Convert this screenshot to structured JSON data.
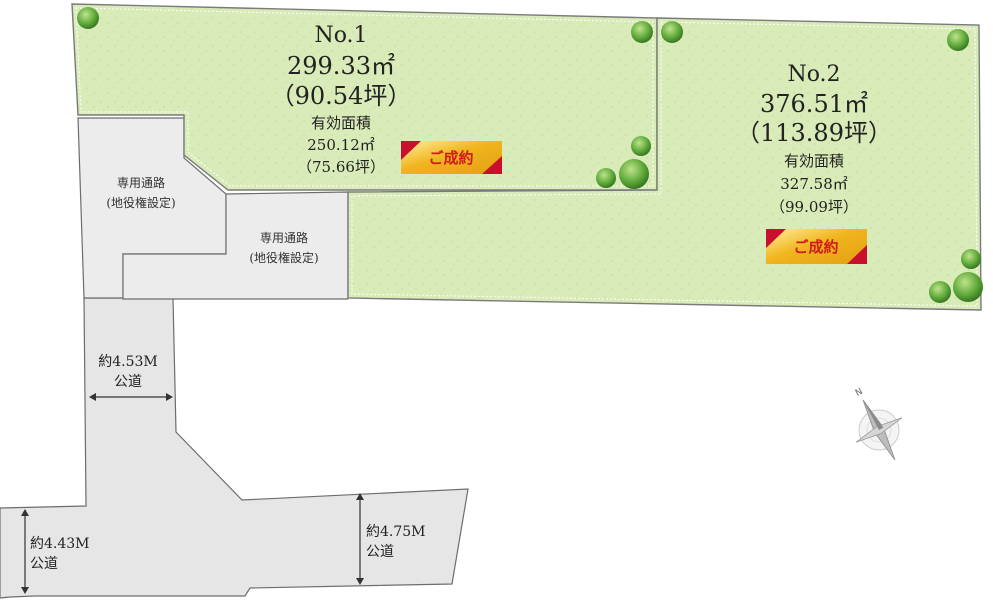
{
  "lots": [
    {
      "id": "no1",
      "name": "No.1",
      "area": "299.33㎡",
      "area_tsubo": "（90.54坪）",
      "effective_label": "有効面積",
      "effective_area": "250.12㎡",
      "effective_tsubo": "（75.66坪）",
      "status": "ご成約"
    },
    {
      "id": "no2",
      "name": "No.2",
      "area": "376.51㎡",
      "area_tsubo": "（113.89坪）",
      "effective_label": "有効面積",
      "effective_area": "327.58㎡",
      "effective_tsubo": "（99.09坪）",
      "status": "ご成約"
    }
  ],
  "private_roads": [
    {
      "line1": "専用通路",
      "line2": "(地役権設定)"
    },
    {
      "line1": "専用通路",
      "line2": "(地役権設定)"
    }
  ],
  "public_roads": [
    {
      "width": "約4.53M",
      "kind": "公道"
    },
    {
      "width": "約4.43M",
      "kind": "公道"
    },
    {
      "width": "約4.75M",
      "kind": "公道"
    }
  ],
  "compass": {
    "north": "N"
  },
  "colors": {
    "lot_fill": "#d9ebb8",
    "private_road_fill": "#ececec",
    "public_road_fill": "#e6e6e6",
    "tree": "#4f9a2f",
    "badge_gold": "#f2b824",
    "badge_red": "#c8102e"
  }
}
